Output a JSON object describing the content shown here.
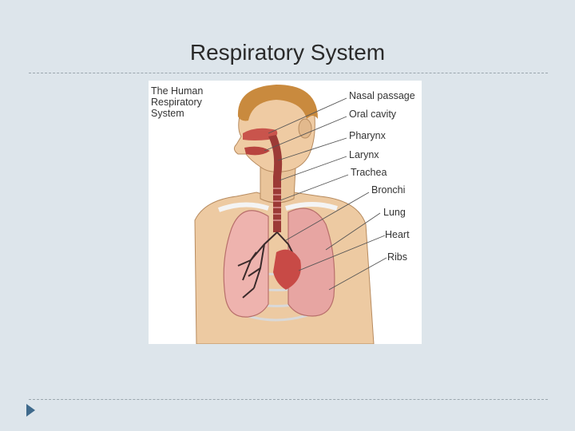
{
  "slide": {
    "title": "Respiratory System"
  },
  "figure": {
    "title_lines": [
      "The Human",
      "Respiratory",
      "System"
    ],
    "labels": {
      "nasal_passage": "Nasal passage",
      "oral_cavity": "Oral cavity",
      "pharynx": "Pharynx",
      "larynx": "Larynx",
      "trachea": "Trachea",
      "bronchi": "Bronchi",
      "lung": "Lung",
      "heart": "Heart",
      "ribs": "Ribs"
    }
  },
  "colors": {
    "background": "#dde5eb",
    "accent": "#3f6a8c",
    "skin": "#e9c49a",
    "hair": "#c98a3e",
    "lung": "#e7a5a2",
    "airway": "#b8443f"
  }
}
